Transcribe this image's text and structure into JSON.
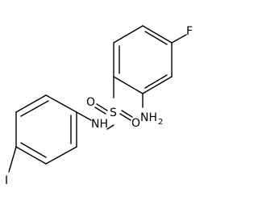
{
  "molecule": {
    "atoms": {
      "fluorine": "F",
      "amino_n": "NH",
      "amino_sub": "2",
      "sulfur": "S",
      "oxygen_left": "O",
      "oxygen_right": "O",
      "sulfonamide_nh": "NH",
      "iodine": "I"
    }
  }
}
